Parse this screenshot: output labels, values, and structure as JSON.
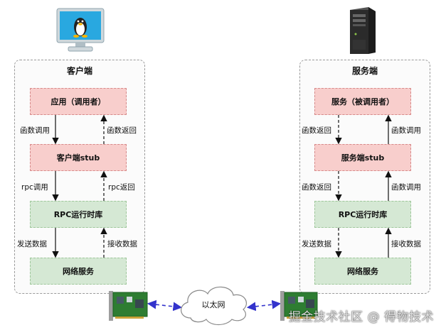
{
  "client": {
    "title": "客户端",
    "boxes": {
      "app": "应用（调用者）",
      "stub": "客户端stub",
      "runtime": "RPC运行时库",
      "network": "网络服务"
    },
    "arrows": {
      "call_down_1": "函数调用",
      "return_up_1": "函数返回",
      "call_down_2": "rpc调用",
      "return_up_2": "rpc返回",
      "send_down": "发送数据",
      "recv_up": "接收数据"
    }
  },
  "server": {
    "title": "服务端",
    "boxes": {
      "app": "服务（被调用者）",
      "stub": "服务端stub",
      "runtime": "RPC运行时库",
      "network": "网络服务"
    },
    "arrows": {
      "return_down_1": "函数返回",
      "call_up_1": "函数调用",
      "return_down_2": "函数返回",
      "call_up_2": "函数调用",
      "send_down": "发送数据",
      "recv_up": "接收数据"
    }
  },
  "network": {
    "label": "以太网"
  },
  "watermark": "掘金技术社区 @ 得物技术",
  "colors": {
    "app_box": "#f8cecc",
    "stub_box": "#f8cecc",
    "runtime_box": "#d5e8d4",
    "network_box": "#d5e8d4",
    "link": "#3333cc"
  },
  "icons": {
    "client_machine": "linux-monitor-icon",
    "server_machine": "server-tower-icon",
    "nic": "network-card-icon",
    "cloud": "cloud-icon"
  }
}
